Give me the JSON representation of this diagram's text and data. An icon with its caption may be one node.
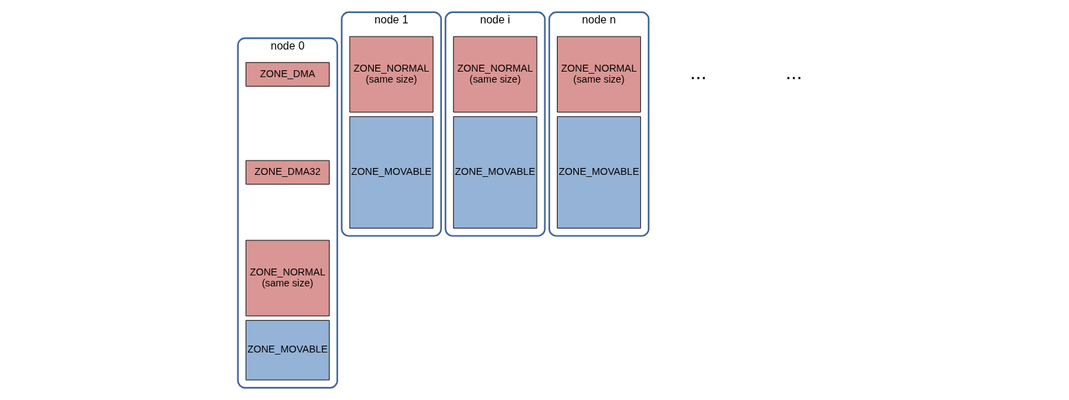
{
  "diagram": {
    "nodes": [
      {
        "text": [
          "node 0"
        ]
      },
      {
        "text": [
          "ZONE_DMA"
        ],
        "in": 0
      },
      {
        "text": [
          "ZONE_DMA32"
        ],
        "in": 0
      },
      {
        "text": [
          "ZONE_NORMAL (same size)"
        ],
        "in": 0
      },
      {
        "text": [
          "ZONE_MOVABLE"
        ],
        "in": 0
      },
      {
        "text": [
          "node 1"
        ]
      },
      {
        "text": [
          "ZONE_NORMAL (same size)"
        ],
        "in": 5
      },
      {
        "text": [
          "ZONE_MOVABLE"
        ],
        "in": 5
      },
      {
        "text": [
          "node i"
        ]
      },
      {
        "text": [
          "ZONE_NORMAL (same size)"
        ],
        "in": 8
      },
      {
        "text": [
          "ZONE_MOVABLE"
        ],
        "in": 8
      },
      {
        "text": [
          "node n"
        ]
      },
      {
        "text": [
          "ZONE_NORMAL (same size)"
        ],
        "in": 11
      },
      {
        "text": [
          "ZONE_MOVABLE"
        ],
        "in": 11
      }
    ],
    "labels": [
      "...",
      "..."
    ]
  }
}
